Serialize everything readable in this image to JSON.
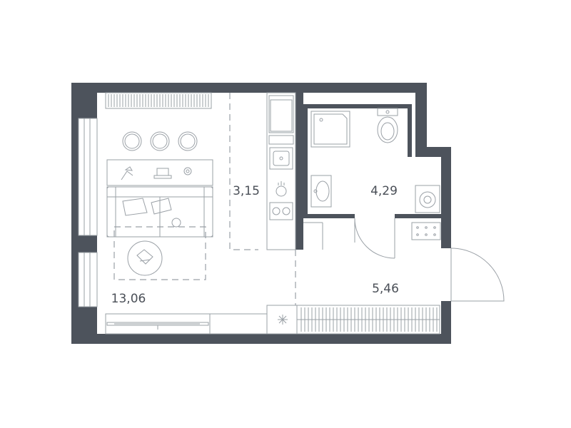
{
  "rooms": {
    "living": {
      "area": "13,06"
    },
    "kitchen": {
      "area": "3,15"
    },
    "bathroom": {
      "area": "4,29"
    },
    "hall": {
      "area": "5,46"
    }
  },
  "icons": [
    "sofa-icon",
    "bar-stool-icon",
    "desk-lamp-icon",
    "laptop-icon",
    "clock-icon",
    "shower-tray-icon",
    "toilet-icon",
    "washbasin-icon",
    "washing-machine-icon",
    "stove-icon",
    "sink-icon",
    "fridge-icon",
    "wardrobe-icon",
    "electrical-panel-icon",
    "coffee-table-icon",
    "tv-console-icon"
  ],
  "colors": {
    "wall": "#4d535c",
    "line": "#9aa0a6",
    "text": "#4a4f57"
  }
}
